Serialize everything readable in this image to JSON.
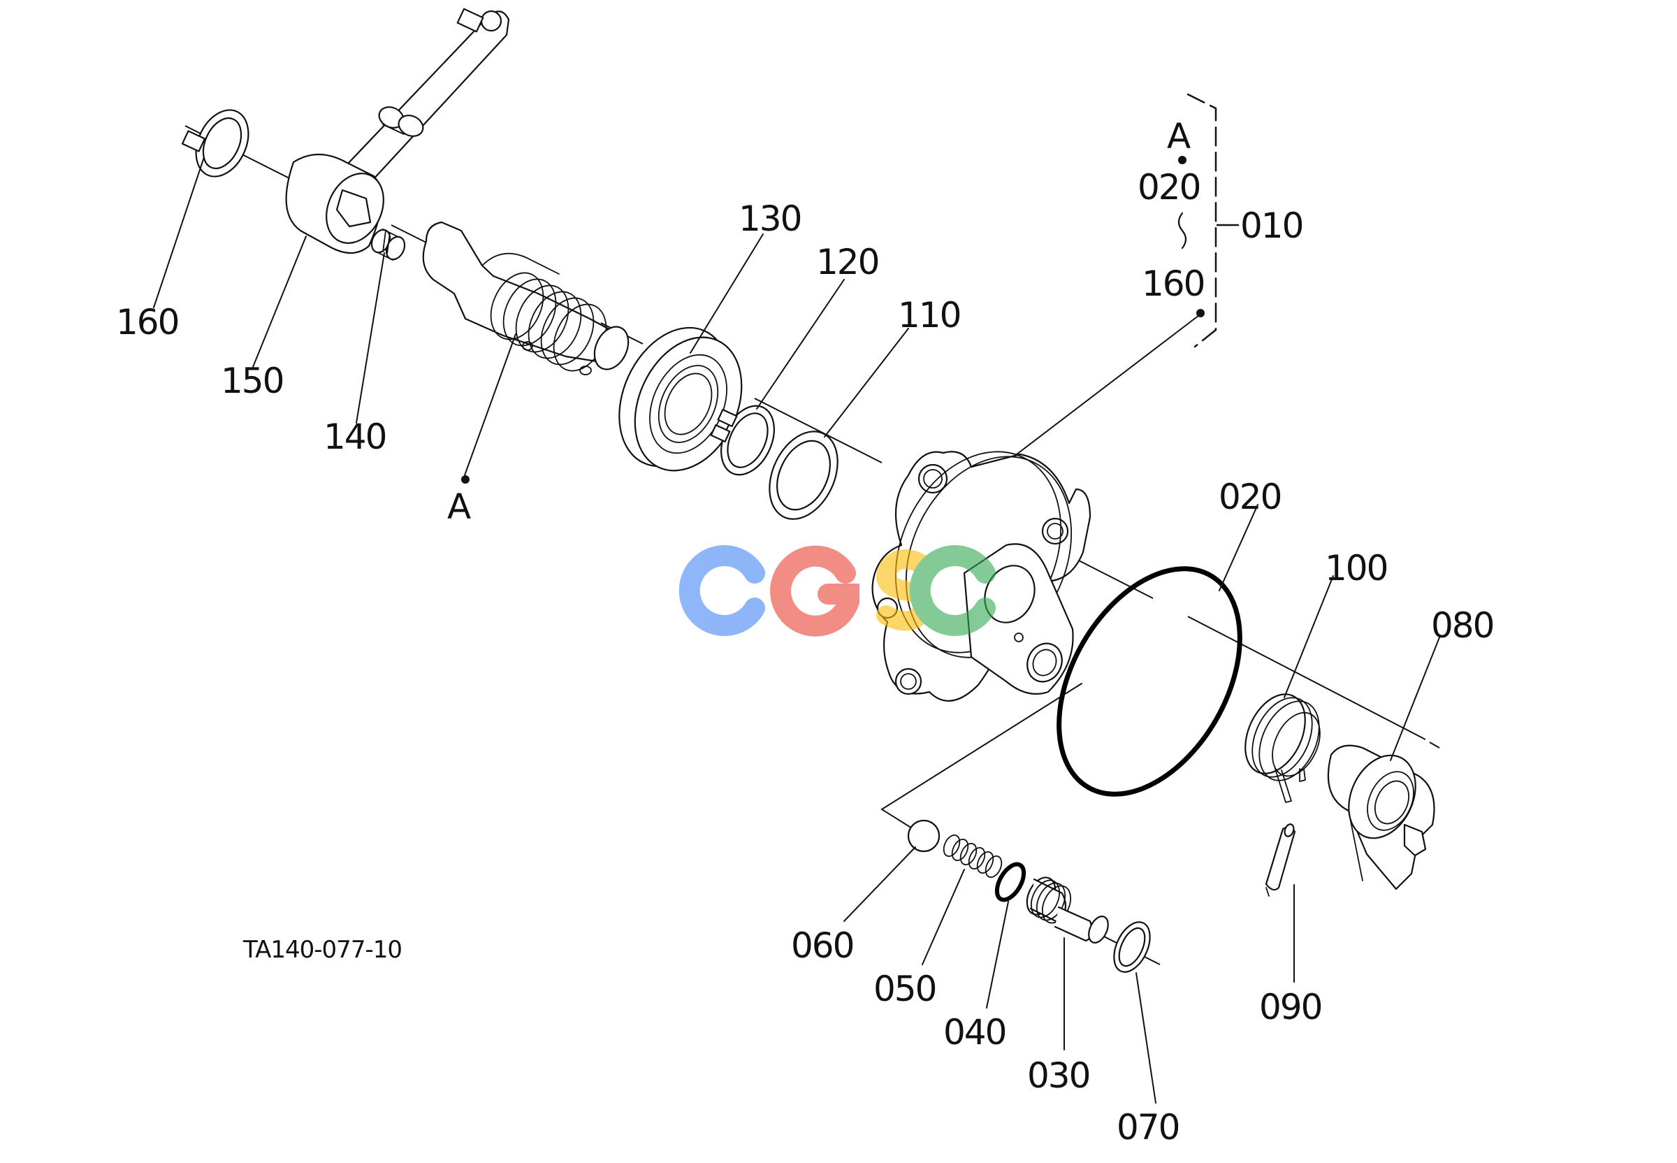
{
  "drawing_code": "TA140-077-10",
  "watermark": {
    "text": "CGSC",
    "colors": [
      "#4285F4",
      "#EA4335",
      "#FBBC05",
      "#34A853"
    ]
  },
  "callouts": {
    "p160": "160",
    "p150": "150",
    "p140": "140",
    "a_ref": "A",
    "p130": "130",
    "p120": "120",
    "p110": "110",
    "p020": "020",
    "p100": "100",
    "p080": "080",
    "p090": "090",
    "p060": "060",
    "p050": "050",
    "p040": "040",
    "p030": "030",
    "p070": "070"
  },
  "assembly_bracket": {
    "from_ref": "A",
    "from_part": "020",
    "range_mark": "~",
    "to_part": "160",
    "assembly": "010"
  }
}
